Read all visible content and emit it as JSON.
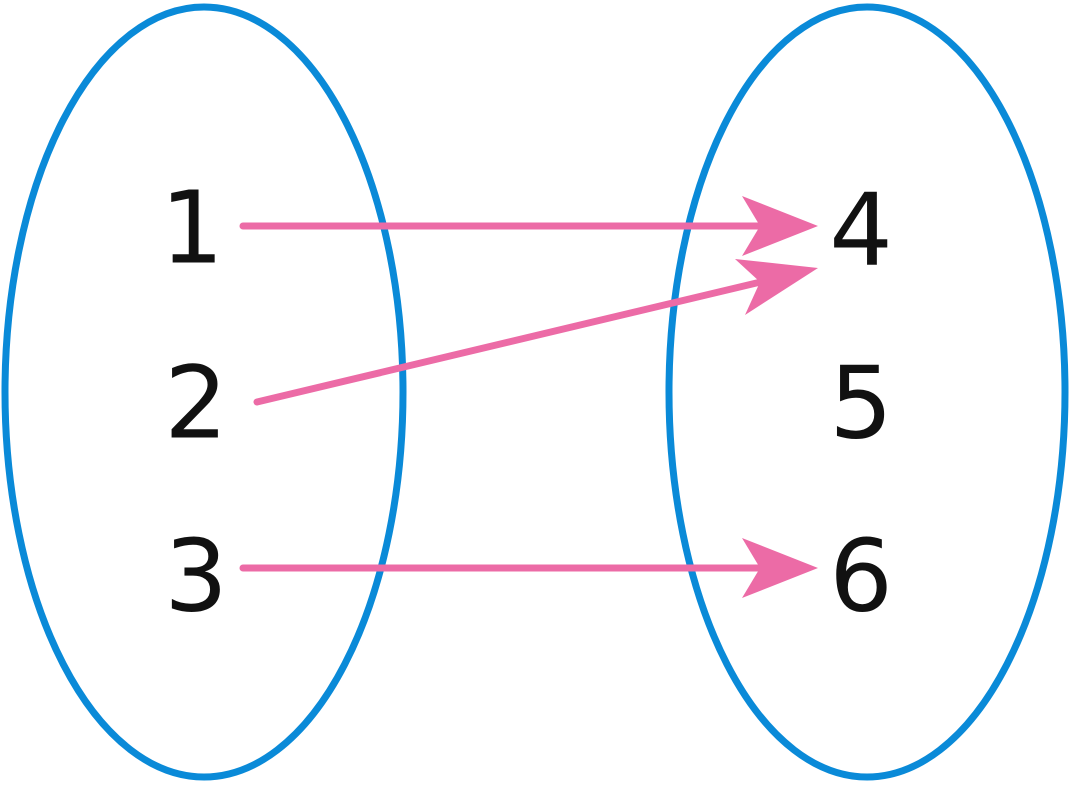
{
  "colors": {
    "set_outline": "#0A8AD8",
    "arrow": "#EC6BA6",
    "text": "#111111"
  },
  "domain_set": {
    "elements": [
      "1",
      "2",
      "3"
    ]
  },
  "codomain_set": {
    "elements": [
      "4",
      "5",
      "6"
    ]
  },
  "mapping": [
    {
      "from": "1",
      "to": "4"
    },
    {
      "from": "2",
      "to": "4"
    },
    {
      "from": "3",
      "to": "6"
    }
  ]
}
